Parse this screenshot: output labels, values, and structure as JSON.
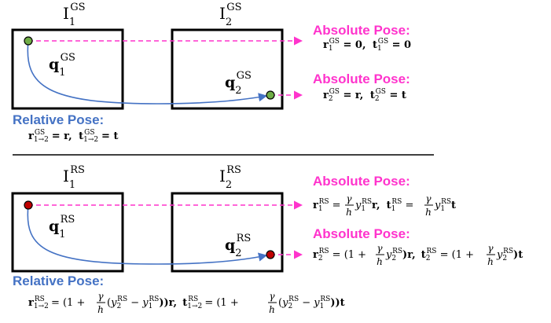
{
  "colors": {
    "magenta": "#ff33cc",
    "blue": "#4472c4",
    "frame": "#000000",
    "point_gs": "#70ad47",
    "point_rs": "#c00000"
  },
  "global_shutter": {
    "image1": {
      "base": "I",
      "sub": "1",
      "sup": "GS"
    },
    "image2": {
      "base": "I",
      "sub": "2",
      "sup": "GS"
    },
    "point1": {
      "base": "q",
      "sub": "1",
      "sup": "GS"
    },
    "point2": {
      "base": "q",
      "sub": "2",
      "sup": "GS"
    },
    "absolute_pose_label": "Absolute Pose:",
    "abs1": {
      "r": "r",
      "r_sub": "1",
      "r_sup": "GS",
      "r_rhs": " = 0,",
      "t": "t",
      "t_sub": "1",
      "t_sup": "GS",
      "t_rhs": " = 0"
    },
    "abs2": {
      "r": "r",
      "r_sub": "2",
      "r_sup": "GS",
      "r_rhs": " = r,",
      "t": "t",
      "t_sub": "2",
      "t_sup": "GS",
      "t_rhs": " = t"
    },
    "relative_pose_label": "Relative Pose:",
    "rel": {
      "r": "r",
      "r_sub": "1→2",
      "r_sup": "GS",
      "r_rhs": " = r,",
      "t": "t",
      "t_sub": "1→2",
      "t_sup": "GS",
      "t_rhs": " = t"
    }
  },
  "rolling_shutter": {
    "image1": {
      "base": "I",
      "sub": "1",
      "sup": "RS"
    },
    "image2": {
      "base": "I",
      "sub": "2",
      "sup": "RS"
    },
    "point1": {
      "base": "q",
      "sub": "1",
      "sup": "RS"
    },
    "point2": {
      "base": "q",
      "sub": "2",
      "sup": "RS"
    },
    "absolute_pose_label": "Absolute Pose:",
    "abs1": {
      "r": "r",
      "r_sub": "1",
      "r_sup": "RS",
      "r_eq": " = ",
      "gamma": "γ",
      "h": "h",
      "y": "y",
      "y_sub": "1",
      "y_sup": "RS",
      "r_tail": "r,",
      "t": "t",
      "t_sub": "1",
      "t_sup": "RS",
      "t_tail": "t"
    },
    "abs2": {
      "r": "r",
      "r_sub": "2",
      "r_sup": "RS",
      "open": " = (1 + ",
      "gamma": "γ",
      "h": "h",
      "y": "y",
      "y_sub": "2",
      "y_sup": "RS",
      "r_close": ")r,",
      "t": "t",
      "t_sub": "2",
      "t_sup": "RS",
      "t_close": ")t"
    },
    "relative_pose_label": "Relative Pose:",
    "rel": {
      "r": "r",
      "r_sub": "1→2",
      "r_sup": "RS",
      "open": " = (1 + ",
      "gamma": "γ",
      "h": "h",
      "y": "y",
      "y2_sub": "2",
      "y1_sub": "1",
      "y_sup": "RS",
      "paren_open": "(",
      "minus": " − ",
      "r_close": "))r,",
      "t": "t",
      "t_sub": "1→2",
      "t_sup": "RS",
      "t_close": "))t"
    }
  }
}
